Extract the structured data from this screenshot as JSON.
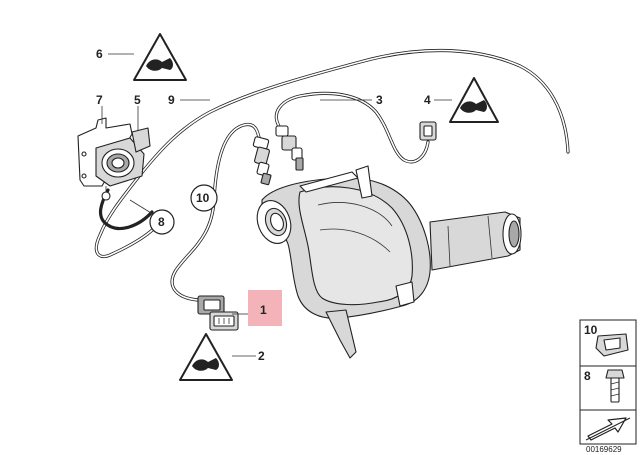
{
  "diagram": {
    "callouts": {
      "n1": "1",
      "n2": "2",
      "n3": "3",
      "n4": "4",
      "n5": "5",
      "n6": "6",
      "n7": "7",
      "n8": "8",
      "n9": "9",
      "n10": "10"
    },
    "legend": {
      "top_label": "10",
      "bottom_label": "8"
    },
    "diagram_number": "00169629",
    "highlight_color": "#f4b3b8",
    "warning_icon": "pliers-warning-icon"
  }
}
